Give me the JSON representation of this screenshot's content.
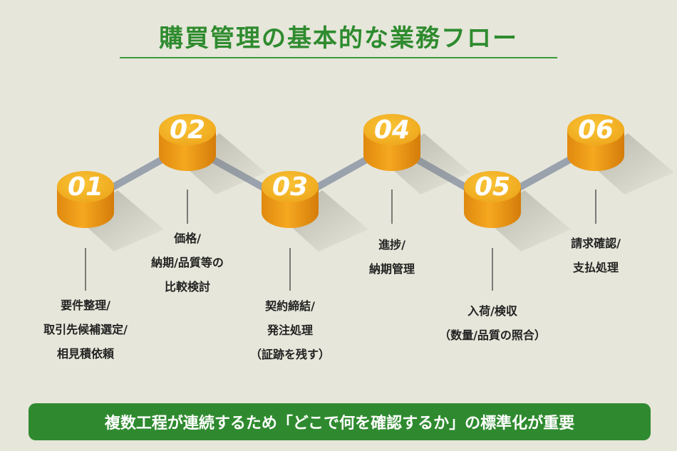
{
  "title": "購買管理の基本的な業務フロー",
  "steps": [
    {
      "number": "01",
      "label": "要件整理/\n取引先候補選定/\n相見積依頼"
    },
    {
      "number": "02",
      "label": "価格/\n納期/品質等の\n比較検討"
    },
    {
      "number": "03",
      "label": "契約締結/\n発注処理\n（証跡を残す）"
    },
    {
      "number": "04",
      "label": "進捗/\n納期管理"
    },
    {
      "number": "05",
      "label": "入荷/検収\n（数量/品質の照合）"
    },
    {
      "number": "06",
      "label": "請求確認/\n支払処理"
    }
  ],
  "banner": "複数工程が連続するため「どこで何を確認するか」の標準化が重要",
  "colors": {
    "background": "#e6e6da",
    "title_green": "#2e8b2e",
    "banner_green": "#2f8a2f",
    "node_orange": "#f0a21c",
    "node_top": "#f7b62a",
    "connector": "#9aa2ad"
  }
}
